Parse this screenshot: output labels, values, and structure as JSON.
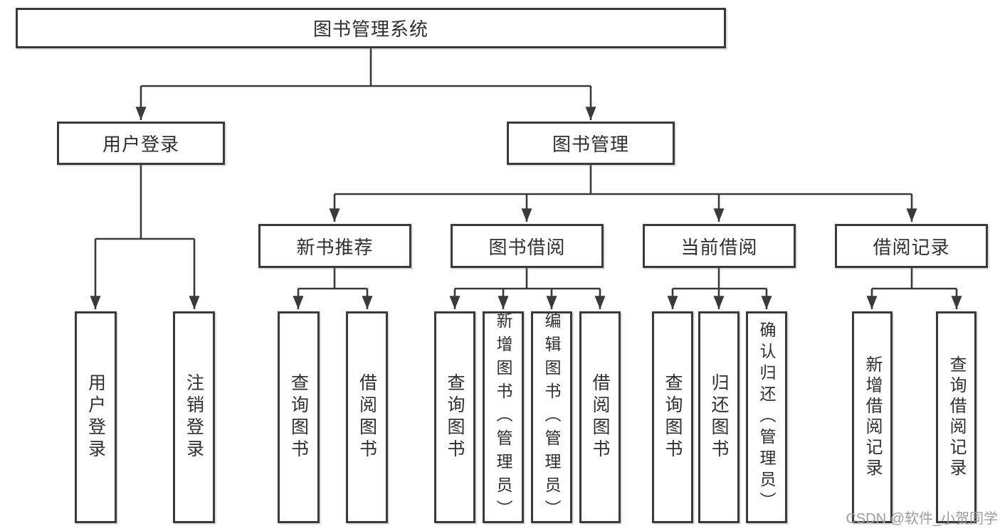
{
  "tree": {
    "root": {
      "label": "图书管理系统"
    },
    "branches": [
      {
        "label": "用户登录",
        "children": [
          {
            "label": "用户登录"
          },
          {
            "label": "注销登录"
          }
        ]
      },
      {
        "label": "图书管理",
        "groups": [
          {
            "label": "新书推荐",
            "children": [
              {
                "label": "查询图书"
              },
              {
                "label": "借阅图书"
              }
            ]
          },
          {
            "label": "图书借阅",
            "children": [
              {
                "label": "查询图书"
              },
              {
                "label": "新增图书（管理员）"
              },
              {
                "label": "编辑图书（管理员）"
              },
              {
                "label": "借阅图书"
              }
            ]
          },
          {
            "label": "当前借阅",
            "children": [
              {
                "label": "查询图书"
              },
              {
                "label": "归还图书"
              },
              {
                "label": "确认归还（管理员）"
              }
            ]
          },
          {
            "label": "借阅记录",
            "children": [
              {
                "label": "新增借阅记录"
              },
              {
                "label": "查询借阅记录"
              }
            ]
          }
        ]
      }
    ]
  },
  "watermark": {
    "text": "CSDN @软件_小贺同学"
  },
  "colors": {
    "line": "#3a3a3a",
    "text": "#2f2f2f",
    "background": "#ffffff",
    "watermark": "#9c9c9c"
  }
}
